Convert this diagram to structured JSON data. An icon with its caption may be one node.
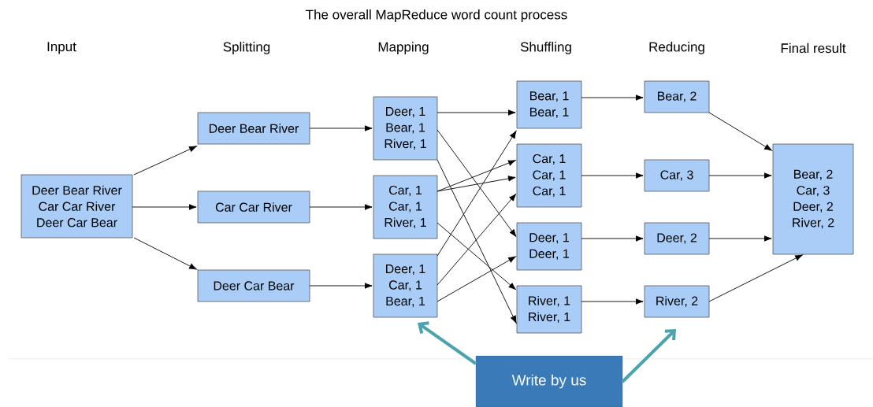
{
  "diagram": {
    "title": "The overall MapReduce word count process",
    "nodes": [
      {
        "text": [
          "Deer Bear River",
          "Car Car River",
          "Deer Car Bear"
        ]
      },
      {
        "text": [
          "Deer Bear River"
        ]
      },
      {
        "text": [
          "Car Car River"
        ]
      },
      {
        "text": [
          "Deer Car Bear"
        ]
      },
      {
        "text": [
          "Deer, 1",
          "Bear, 1",
          "River, 1"
        ]
      },
      {
        "text": [
          "Car, 1",
          "Car, 1",
          "River, 1"
        ]
      },
      {
        "text": [
          "Deer, 1",
          "Car, 1",
          "Bear, 1"
        ]
      },
      {
        "text": [
          "Bear, 1",
          "Bear, 1"
        ]
      },
      {
        "text": [
          "Car, 1",
          "Car, 1",
          "Car, 1"
        ]
      },
      {
        "text": [
          "Deer, 1",
          "Deer, 1"
        ]
      },
      {
        "text": [
          "River, 1",
          "River, 1"
        ]
      },
      {
        "text": [
          "Bear, 2"
        ]
      },
      {
        "text": [
          "Car, 3"
        ]
      },
      {
        "text": [
          "Deer, 2"
        ]
      },
      {
        "text": [
          "River, 2"
        ]
      },
      {
        "text": [
          "Bear, 2",
          "Car, 3",
          "Deer, 2",
          "River, 2"
        ]
      },
      {
        "text": [
          "Write by us"
        ]
      }
    ],
    "edges": [
      {
        "from": 0,
        "to": 1,
        "arrow": "to"
      },
      {
        "from": 0,
        "to": 2,
        "arrow": "to"
      },
      {
        "from": 0,
        "to": 3,
        "arrow": "to"
      },
      {
        "from": 1,
        "to": 4,
        "arrow": "to"
      },
      {
        "from": 2,
        "to": 5,
        "arrow": "to"
      },
      {
        "from": 3,
        "to": 6,
        "arrow": "to"
      },
      {
        "from": 4,
        "to": 7,
        "arrow": "to"
      },
      {
        "from": 4,
        "to": 9,
        "arrow": "to"
      },
      {
        "from": 4,
        "to": 10,
        "arrow": "to"
      },
      {
        "from": 5,
        "to": 8,
        "arrow": "to"
      },
      {
        "from": 5,
        "to": 8,
        "arrow": "to"
      },
      {
        "from": 5,
        "to": 10,
        "arrow": "to"
      },
      {
        "from": 6,
        "to": 7,
        "arrow": "to"
      },
      {
        "from": 6,
        "to": 8,
        "arrow": "to"
      },
      {
        "from": 6,
        "to": 9,
        "arrow": "to"
      },
      {
        "from": 7,
        "to": 11,
        "arrow": "to"
      },
      {
        "from": 8,
        "to": 12,
        "arrow": "to"
      },
      {
        "from": 9,
        "to": 13,
        "arrow": "to"
      },
      {
        "from": 10,
        "to": 14,
        "arrow": "to"
      },
      {
        "from": 11,
        "to": 15,
        "arrow": "to"
      },
      {
        "from": 12,
        "to": 15,
        "arrow": "to"
      },
      {
        "from": 13,
        "to": 15,
        "arrow": "to"
      },
      {
        "from": 14,
        "to": 15,
        "arrow": "to"
      },
      {
        "from": 16,
        "to": 6,
        "arrow": "to",
        "style": "thick",
        "color": "#4aa3ad"
      },
      {
        "from": 16,
        "to": 14,
        "arrow": "to",
        "style": "thick",
        "color": "#4aa3ad"
      }
    ],
    "labels": [
      "Input",
      "Splitting",
      "Mapping",
      "Shuffling",
      "Reducing",
      "Final result"
    ]
  }
}
